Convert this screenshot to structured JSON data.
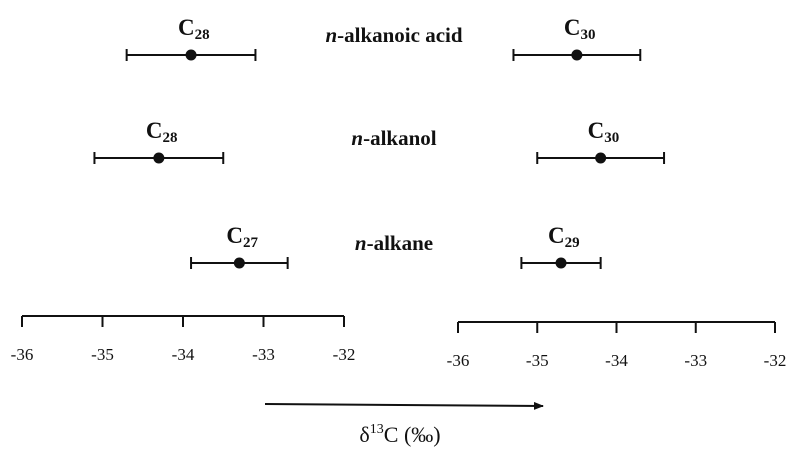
{
  "chart_data": {
    "type": "scatter",
    "x_axis_label": {
      "delta": "δ",
      "superscript": "13",
      "text": "C (‰)"
    },
    "panels": [
      {
        "xlim": [
          -36,
          -32
        ],
        "ticks": [
          "-36",
          "-35",
          "-34",
          "-33",
          "-32"
        ]
      },
      {
        "xlim": [
          -36,
          -32
        ],
        "ticks": [
          "-36",
          "-35",
          "-34",
          "-33",
          "-32"
        ]
      }
    ],
    "groups": [
      {
        "label_italic": "n",
        "label_rest": "-alkanoic acid",
        "points": [
          {
            "panel": 0,
            "name": "C",
            "sub": "28",
            "x": -33.9,
            "xerr": [
              -34.7,
              -33.1
            ]
          },
          {
            "panel": 1,
            "name": "C",
            "sub": "30",
            "x": -34.5,
            "xerr": [
              -35.3,
              -33.7
            ]
          }
        ]
      },
      {
        "label_italic": "n",
        "label_rest": "-alkanol",
        "points": [
          {
            "panel": 0,
            "name": "C",
            "sub": "28",
            "x": -34.3,
            "xerr": [
              -35.1,
              -33.5
            ]
          },
          {
            "panel": 1,
            "name": "C",
            "sub": "30",
            "x": -34.2,
            "xerr": [
              -35.0,
              -33.4
            ]
          }
        ]
      },
      {
        "label_italic": "n",
        "label_rest": "-alkane",
        "points": [
          {
            "panel": 0,
            "name": "C",
            "sub": "27",
            "x": -33.3,
            "xerr": [
              -33.9,
              -32.7
            ]
          },
          {
            "panel": 1,
            "name": "C",
            "sub": "29",
            "x": -34.7,
            "xerr": [
              -35.2,
              -34.2
            ]
          }
        ]
      }
    ],
    "grid": false,
    "legend": "none"
  }
}
